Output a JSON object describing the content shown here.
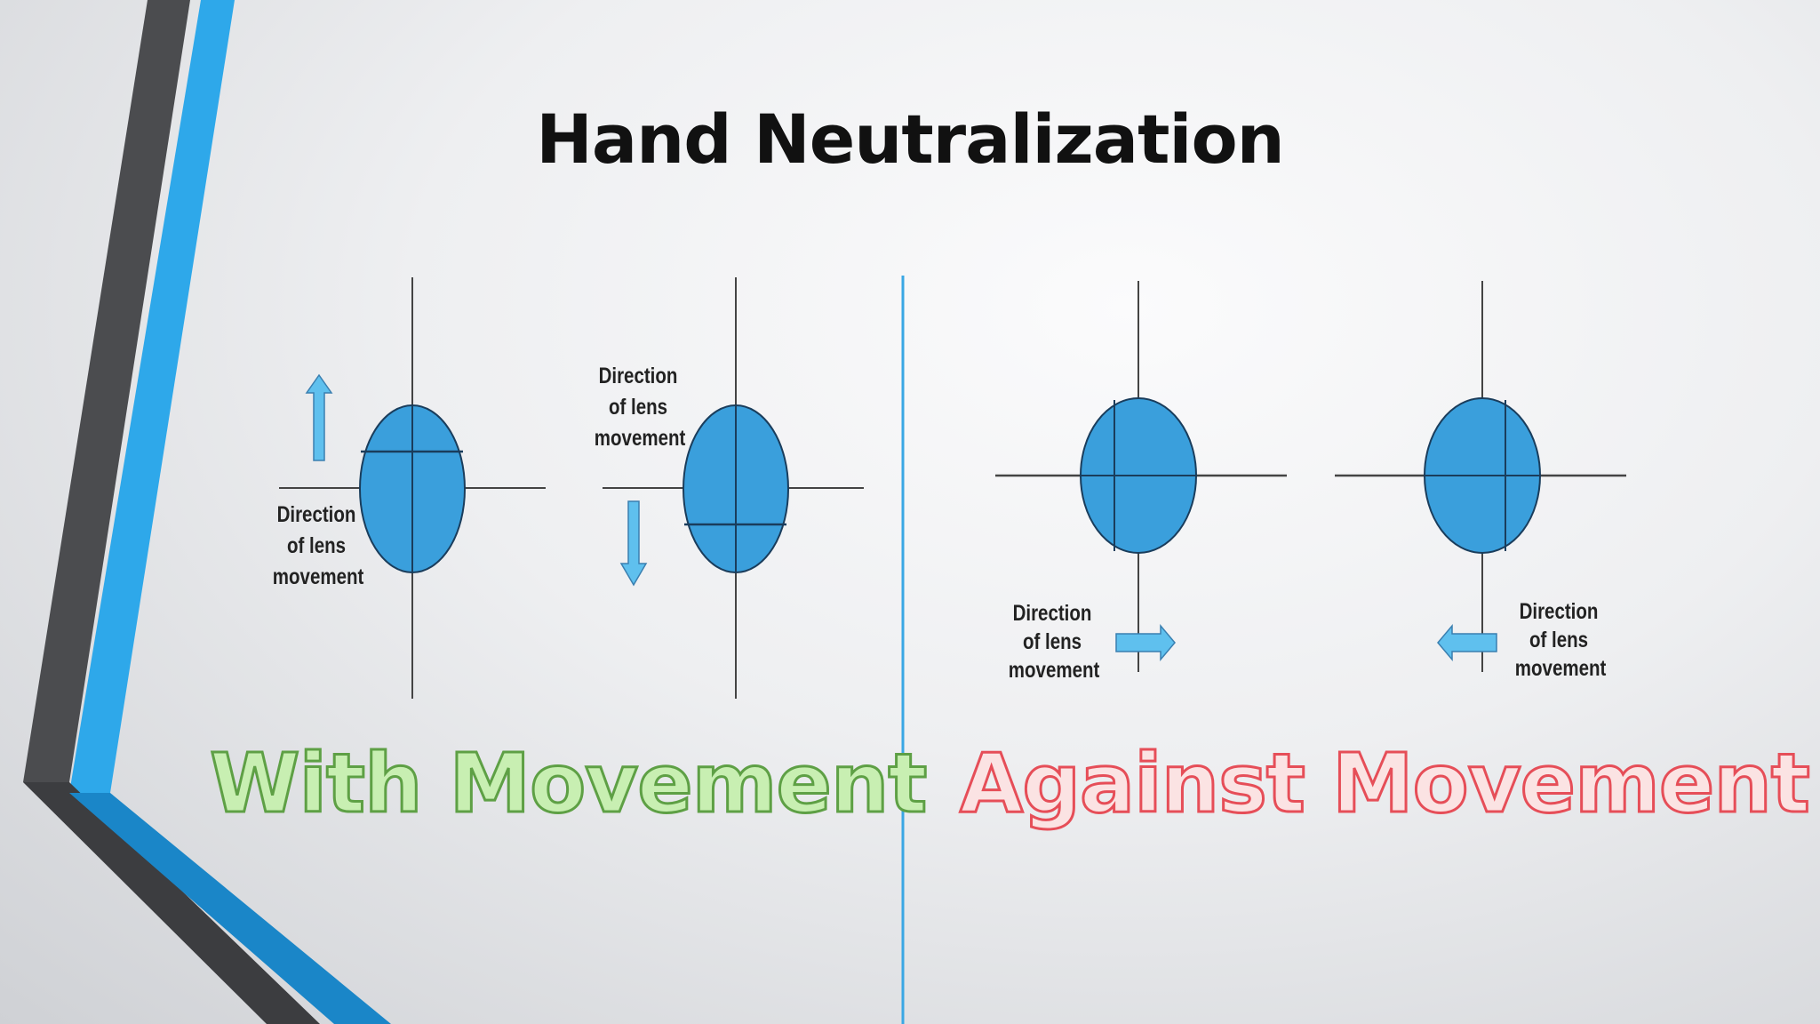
{
  "slide": {
    "title": "Hand Neutralization"
  },
  "diagrams": {
    "with_movement": {
      "caption": "With Movement",
      "panel_up": {
        "label": [
          "Direction",
          "of lens",
          "movement"
        ],
        "arrow": "up-arrow-icon"
      },
      "panel_down": {
        "label": [
          "Direction",
          "of lens",
          "movement"
        ],
        "arrow": "down-arrow-icon"
      }
    },
    "against_movement": {
      "caption": "Against Movement",
      "panel_right": {
        "label": [
          "Direction",
          "of lens",
          "movement"
        ],
        "arrow": "right-arrow-icon"
      },
      "panel_left": {
        "label": [
          "Direction",
          "of lens",
          "movement"
        ],
        "arrow": "left-arrow-icon"
      }
    }
  },
  "colors": {
    "lens_fill": "#3a9fdc",
    "arrow_fill": "#5fc0ee",
    "accent_blue": "#2aa5e6",
    "dark_stripe": "#4a4b4e",
    "with_text": "#c8efb2",
    "with_stroke": "#5ea045",
    "against_text": "#fbe3e3",
    "against_stroke": "#e64e58"
  }
}
